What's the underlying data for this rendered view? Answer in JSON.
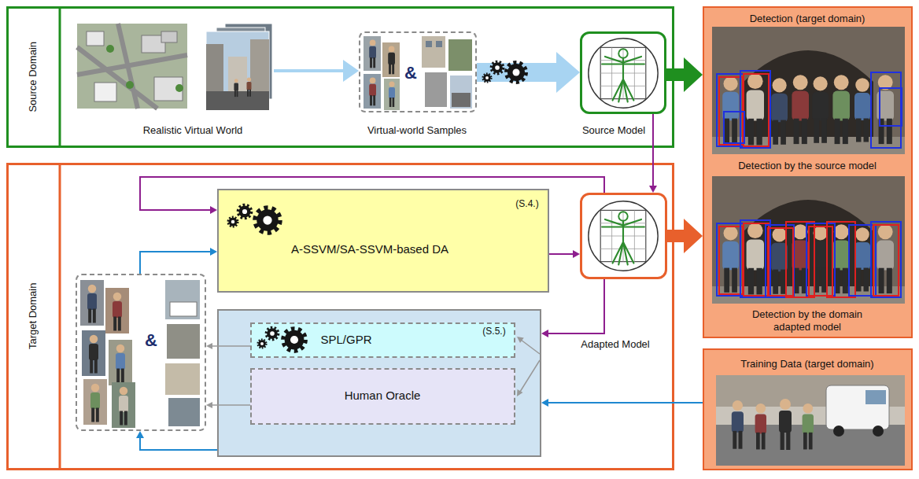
{
  "diagram": {
    "nodes": [
      {
        "text": [
          "Source Domain"
        ]
      },
      {
        "text": [
          "Realistic Virtual World"
        ],
        "in": 0
      },
      {
        "text": [
          "&",
          "Virtual-world Samples"
        ],
        "in": 0
      },
      {
        "text": [
          "Source Model"
        ],
        "in": 0
      },
      {
        "text": [
          "Target Domain"
        ]
      },
      {
        "text": [
          "A-SSVM/SA-SSVM-based DA",
          "(S.4.)"
        ],
        "in": 4
      },
      {
        "text": [],
        "in": 4
      },
      {
        "text": [
          "SPL/GPR",
          "(S.5.)"
        ],
        "in": 6
      },
      {
        "text": [
          "Human Oracle"
        ],
        "in": 6
      },
      {
        "text": [
          "&"
        ],
        "in": 4
      },
      {
        "text": [
          "Adapted Model"
        ],
        "in": 4
      },
      {
        "text": [
          "Detection (target domain)",
          "Detection by the source model",
          "Detection by the domain adapted model"
        ]
      },
      {
        "text": [
          "Training Data (target domain)"
        ]
      }
    ],
    "edges": [
      {
        "from": 1,
        "to": 2,
        "arrow": "to"
      },
      {
        "from": 2,
        "to": 3,
        "arrow": "to"
      },
      {
        "from": 3,
        "to": 11,
        "arrow": "to"
      },
      {
        "from": 3,
        "to": 10,
        "arrow": "to"
      },
      {
        "from": 10,
        "to": 5,
        "arrow": "to"
      },
      {
        "from": 5,
        "to": 10,
        "arrow": "to"
      },
      {
        "from": 9,
        "to": 5,
        "arrow": "to"
      },
      {
        "from": 10,
        "to": 6,
        "arrow": "to"
      },
      {
        "from": 7,
        "to": 9,
        "arrow": "to"
      },
      {
        "from": 8,
        "to": 9,
        "arrow": "to"
      },
      {
        "from": 6,
        "to": 9,
        "arrow": "to"
      },
      {
        "from": 12,
        "to": 6,
        "arrow": "to"
      },
      {
        "from": 10,
        "to": 11,
        "arrow": "to"
      }
    ]
  }
}
